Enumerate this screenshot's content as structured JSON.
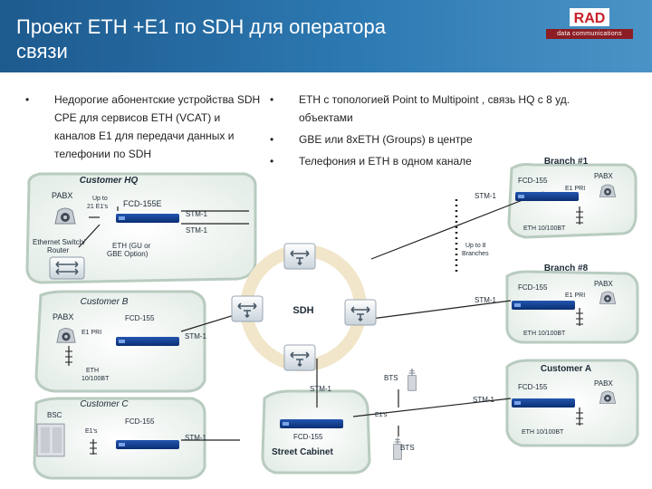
{
  "slide": {
    "title_line1": "Проект ETH +E1 по SDH для оператора",
    "title_line2": "связи",
    "logo": {
      "mark": "RAD",
      "subtitle": "data communications"
    }
  },
  "bullets": {
    "left": [
      "Недорогие абонентские устройства SDH CPE для сервисов ETH (VCAT) и каналов E1 для передачи данных и телефонии по SDH"
    ],
    "right": [
      "ETH с топологией Point to Multipoint , связь HQ с 8 уд. объектами",
      "GBE или 8xETH (Groups) в центре",
      "Телефония и ETH в одном канале"
    ]
  },
  "diagram": {
    "hq": {
      "title": "Customer HQ",
      "pabx": "PABX",
      "upto": "Up to 21 E1's",
      "device": "FCD-155E",
      "ethsw": "Ethernet Switch/ Router",
      "eth_option": "ETH (GU or GBE Option)"
    },
    "links": {
      "stm1": "STM-1",
      "eth": "ETH 10/100BT",
      "e1s": "E1's",
      "upto8": "Up to 8 Branches",
      "e1pri": "E1 PRI"
    },
    "sdh": "SDH",
    "branch1": {
      "title": "Branch #1",
      "device": "FCD-155",
      "pabx": "PABX"
    },
    "branch8": {
      "title": "Branch #8",
      "device": "FCD-155",
      "pabx": "PABX"
    },
    "custb": {
      "title": "Customer B",
      "pabx": "PABX",
      "device": "FCD-155",
      "eth": "ETH 10/100BT"
    },
    "custc": {
      "title": "Customer C",
      "bsc": "BSC",
      "device": "FCD-155"
    },
    "cabinet": {
      "device": "FCD-155",
      "title": "Street Cabinet"
    },
    "custa": {
      "title": "Customer A",
      "device": "FCD-155",
      "pabx": "PABX"
    },
    "bts": "BTS"
  },
  "colors": {
    "header": "#2d79b2",
    "cloud_fill": "#eaf1ec",
    "cloud_edge": "#b8cbbf",
    "device": "#0d3c8c",
    "ring": "#f1e6ca",
    "logo_red": "#c8202a"
  }
}
